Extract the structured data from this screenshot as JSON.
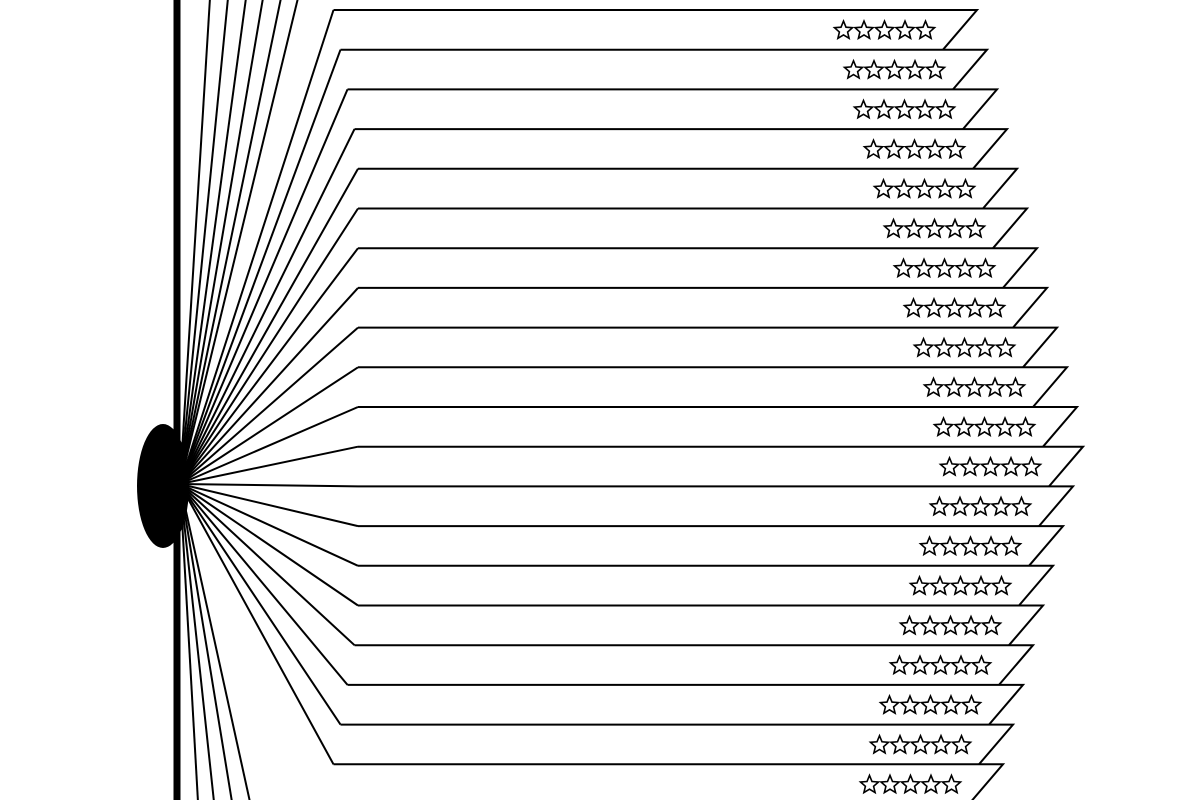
{
  "diagram": {
    "description_visible_text": "",
    "colors": {
      "background": "#ffffff",
      "stroke": "#000000",
      "hub_fill": "#000000"
    },
    "shapes": {
      "hub": "black-oval",
      "spine": "vertical-bar",
      "rays": "fan-lines",
      "rating_icon": "star-outline-icon"
    },
    "rows": [
      {
        "rating": 0,
        "max": 5
      },
      {
        "rating": 0,
        "max": 5
      },
      {
        "rating": 0,
        "max": 5
      },
      {
        "rating": 0,
        "max": 5
      },
      {
        "rating": 0,
        "max": 5
      },
      {
        "rating": 0,
        "max": 5
      },
      {
        "rating": 0,
        "max": 5
      },
      {
        "rating": 0,
        "max": 5
      },
      {
        "rating": 0,
        "max": 5
      },
      {
        "rating": 0,
        "max": 5
      },
      {
        "rating": 0,
        "max": 5
      },
      {
        "rating": 0,
        "max": 5
      },
      {
        "rating": 0,
        "max": 5
      },
      {
        "rating": 0,
        "max": 5
      },
      {
        "rating": 0,
        "max": 5
      },
      {
        "rating": 0,
        "max": 5
      },
      {
        "rating": 0,
        "max": 5
      },
      {
        "rating": 0,
        "max": 5
      },
      {
        "rating": 0,
        "max": 5
      },
      {
        "rating": 0,
        "max": 5
      }
    ]
  }
}
